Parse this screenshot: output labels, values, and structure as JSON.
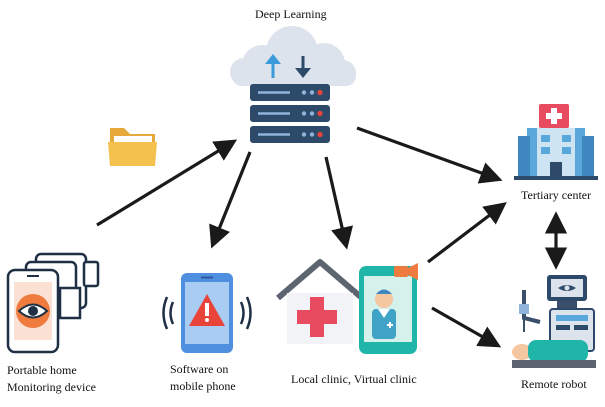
{
  "nodes": {
    "deep_learning": {
      "label": "Deep Learning",
      "icon": "cloud-server-icon"
    },
    "folder": {
      "icon": "folder-icon"
    },
    "tertiary_center": {
      "label": "Tertiary center",
      "icon": "hospital-icon"
    },
    "portable_device": {
      "label_line1": "Portable home",
      "label_line2": "Monitoring device",
      "icon": "camera-phone-eye-icon"
    },
    "mobile_software": {
      "label_line1": "Software on",
      "label_line2": "mobile phone",
      "icon": "phone-alert-icon"
    },
    "clinic": {
      "label": "Local clinic, Virtual clinic",
      "icon": "clinic-house-and-video-doctor-icon"
    },
    "remote_robot": {
      "label": "Remote robot",
      "icon": "surgical-robot-icon"
    }
  },
  "colors": {
    "arrow": "#1a1a1a",
    "cloud": "#dde3ec",
    "server": "#2e4a6b",
    "server_led": "#e8443a",
    "up_arrow": "#3b9ad9",
    "down_arrow": "#2e4a6b",
    "folder": "#f4c04e",
    "hospital_blue": "#5aa7dc",
    "red_cross": "#e84a5f",
    "orange": "#f07b3f",
    "teal": "#1fb5a8",
    "phone_blue": "#4f8fe0",
    "warning_red": "#e8443a"
  }
}
